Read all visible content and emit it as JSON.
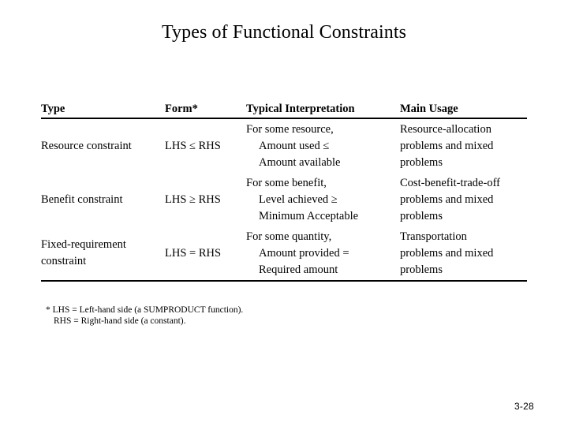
{
  "slide": {
    "title": "Types of Functional Constraints",
    "page_number": "3-28",
    "background_color": "#ffffff",
    "text_color": "#000000"
  },
  "table": {
    "headers": {
      "type": "Type",
      "form": "Form*",
      "interpretation": "Typical Interpretation",
      "usage": "Main Usage"
    },
    "rows": [
      {
        "type_line1": "Resource constraint",
        "type_line2": "",
        "form": "LHS ≤ RHS",
        "interp_line1": "For some resource,",
        "interp_line2": "Amount used ≤",
        "interp_line3": "Amount available",
        "usage_line1": "Resource-allocation",
        "usage_line2": "problems and mixed",
        "usage_line3": "problems"
      },
      {
        "type_line1": "Benefit constraint",
        "type_line2": "",
        "form": "LHS ≥ RHS",
        "interp_line1": "For some benefit,",
        "interp_line2": "Level achieved ≥",
        "interp_line3": "Minimum Acceptable",
        "usage_line1": "Cost-benefit-trade-off",
        "usage_line2": "problems and mixed",
        "usage_line3": "problems"
      },
      {
        "type_line1": "Fixed-requirement",
        "type_line2": "constraint",
        "form": "LHS = RHS",
        "interp_line1": "For some quantity,",
        "interp_line2": "Amount provided =",
        "interp_line3": "Required amount",
        "usage_line1": "Transportation",
        "usage_line2": "problems and mixed",
        "usage_line3": "problems"
      }
    ]
  },
  "footnote": {
    "line1": "* LHS = Left-hand side (a SUMPRODUCT function).",
    "line2": "RHS = Right-hand side (a constant)."
  }
}
